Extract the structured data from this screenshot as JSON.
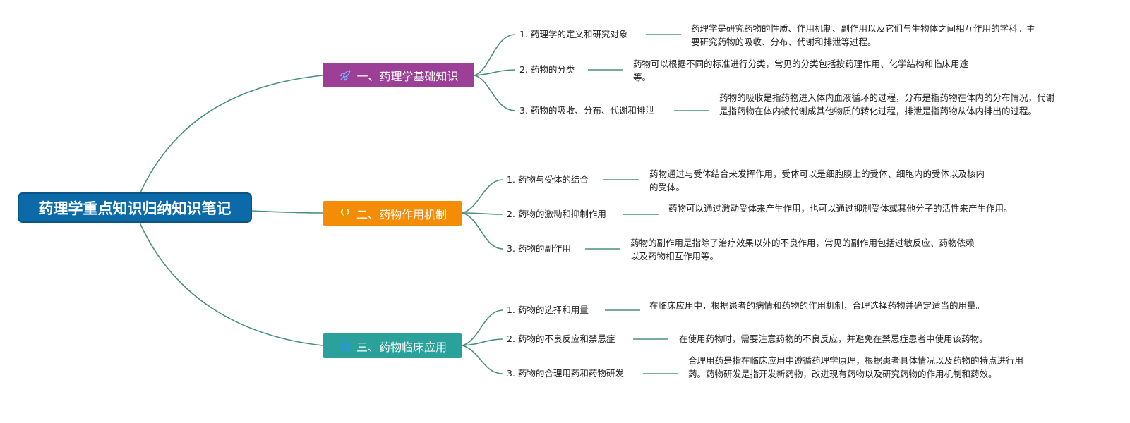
{
  "root": {
    "title": "药理学重点知识归纳知识笔记"
  },
  "colors": {
    "root": "#0d6aa8",
    "branch1": "#9c3f96",
    "branch2": "#f48c05",
    "branch3": "#2aa19b",
    "connector": "#4a8f7e"
  },
  "branches": [
    {
      "label": "一、药理学基础知识",
      "icon": "rocket-icon",
      "items": [
        {
          "label": "1. 药理学的定义和研究对象",
          "detail": "药理学是研究药物的性质、作用机制、副作用以及它们与生物体之间相互作用的学科。主要研究药物的吸收、分布、代谢和排泄等过程。"
        },
        {
          "label": "2. 药物的分类",
          "detail": "药物可以根据不同的标准进行分类，常见的分类包括按药理作用、化学结构和临床用途等。"
        },
        {
          "label": "3. 药物的吸收、分布、代谢和排泄",
          "detail": "药物的吸收是指药物进入体内血液循环的过程，分布是指药物在体内的分布情况，代谢是指药物在体内被代谢成其他物质的转化过程，排泄是指药物从体内排出的过程。"
        }
      ]
    },
    {
      "label": "二、药物作用机制",
      "icon": "gem-icon",
      "items": [
        {
          "label": "1. 药物与受体的结合",
          "detail": "药物通过与受体结合来发挥作用，受体可以是细胞膜上的受体、细胞内的受体以及核内的受体。"
        },
        {
          "label": "2. 药物的激动和抑制作用",
          "detail": "药物可以通过激动受体来产生作用，也可以通过抑制受体或其他分子的活性来产生作用。"
        },
        {
          "label": "3. 药物的副作用",
          "detail": "药物的副作用是指除了治疗效果以外的不良作用，常见的副作用包括过敏反应、药物依赖以及药物相互作用等。"
        }
      ]
    },
    {
      "label": "三、药物临床应用",
      "icon": "star-icon",
      "items": [
        {
          "label": "1. 药物的选择和用量",
          "detail": "在临床应用中，根据患者的病情和药物的作用机制，合理选择药物并确定适当的用量。"
        },
        {
          "label": "2. 药物的不良反应和禁忌症",
          "detail": "在使用药物时，需要注意药物的不良反应，并避免在禁忌症患者中使用该药物。"
        },
        {
          "label": "3. 药物的合理用药和药物研发",
          "detail": "合理用药是指在临床应用中遵循药理学原理，根据患者具体情况以及药物的特点进行用药。药物研发是指开发新药物，改进现有药物以及研究药物的作用机制和药效。"
        }
      ]
    }
  ]
}
